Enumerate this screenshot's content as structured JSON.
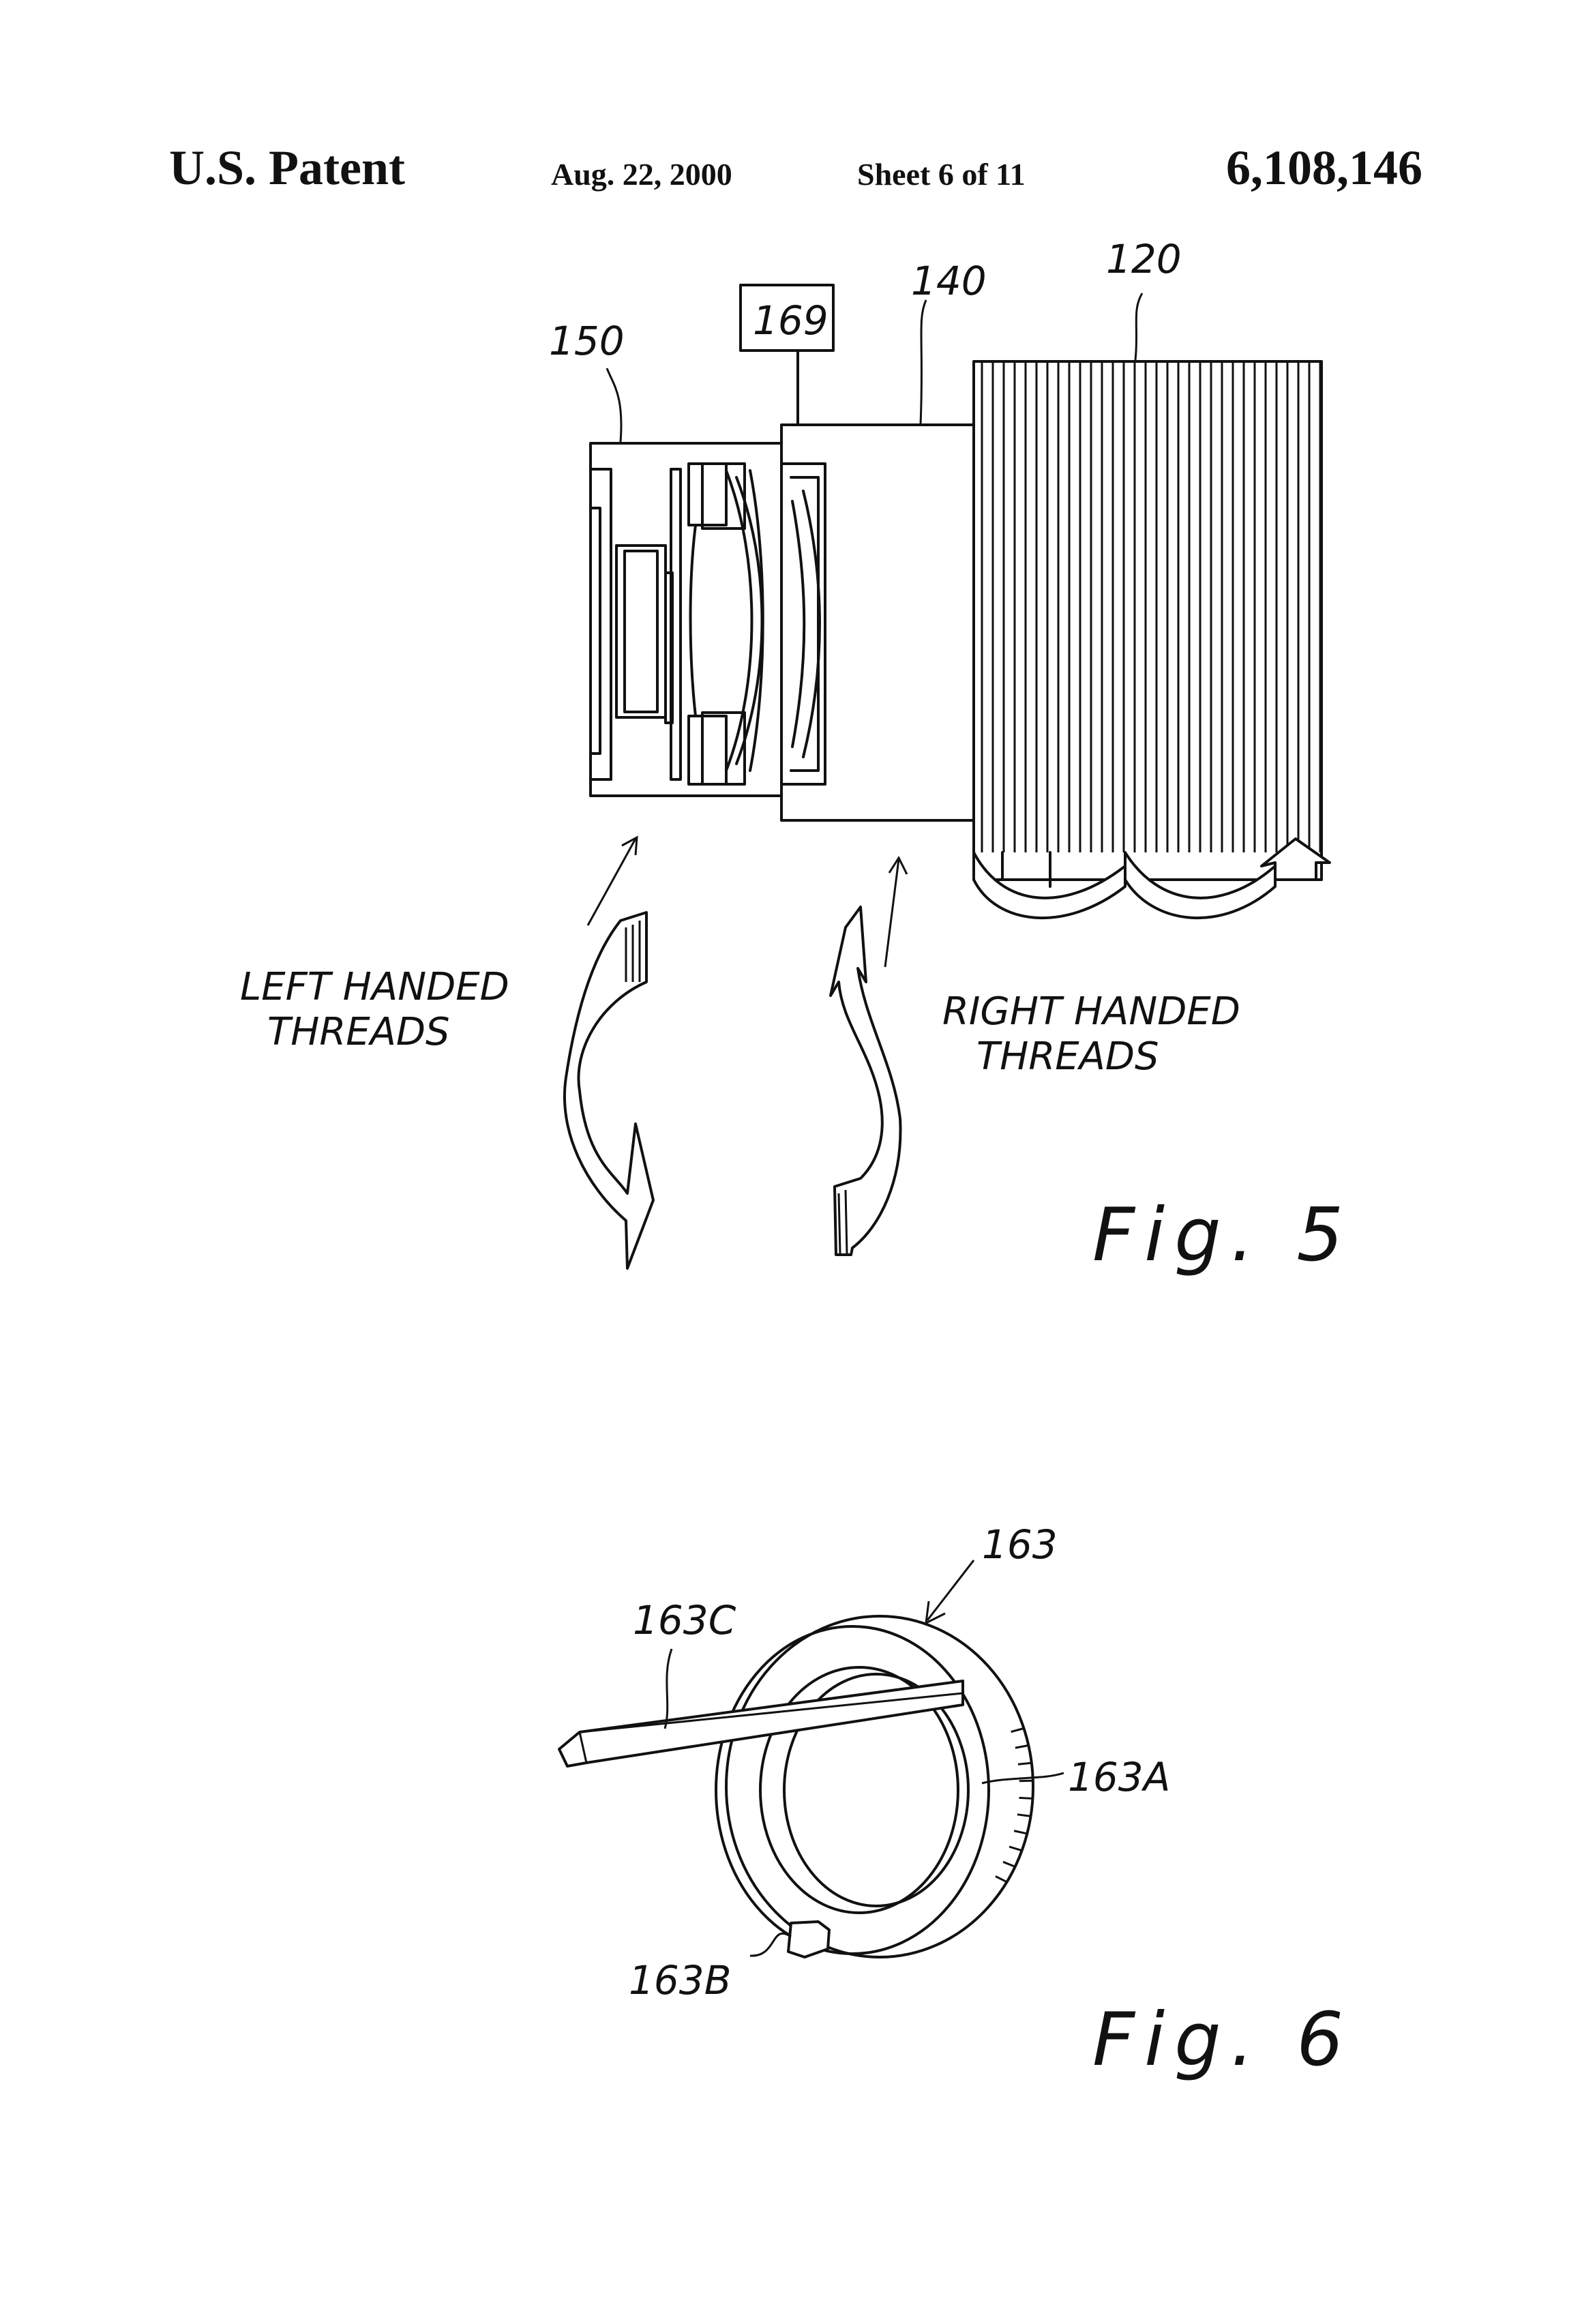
{
  "header": {
    "left": "U.S. Patent",
    "date": "Aug. 22, 2000",
    "sheet": "Sheet 6 of 11",
    "patent_number": "6,108,146"
  },
  "fig5": {
    "ref_150": "150",
    "ref_169": "169",
    "ref_140": "140",
    "ref_120": "120",
    "left_threads_line1": "LEFT HANDED",
    "left_threads_line2": "THREADS",
    "right_threads_line1": "RIGHT HANDED",
    "right_threads_line2": "THREADS",
    "caption": "Fig. 5"
  },
  "fig6": {
    "ref_163": "163",
    "ref_163c": "163C",
    "ref_163a": "163A",
    "ref_163b": "163B",
    "caption": "Fig. 6"
  }
}
